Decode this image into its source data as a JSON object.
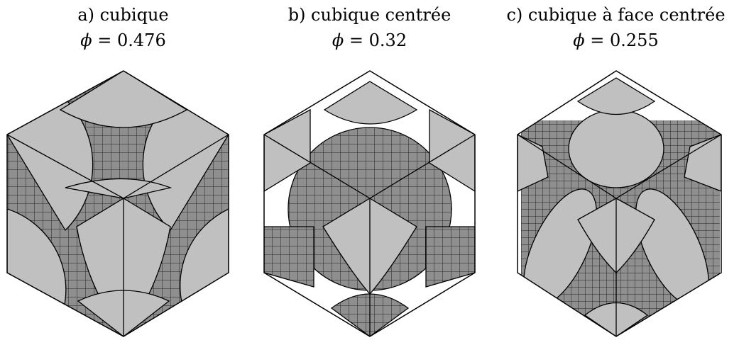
{
  "panels": [
    {
      "title": "a) cubique",
      "phi_symbol": "ϕ",
      "phi_value": "0.476",
      "lattice": "simple-cubic"
    },
    {
      "title": "b) cubique centrée",
      "phi_symbol": "ϕ",
      "phi_value": "0.32",
      "lattice": "body-centered-cubic"
    },
    {
      "title": "c) cubique à face centrée",
      "phi_symbol": "ϕ",
      "phi_value": "0.255",
      "lattice": "face-centered-cubic"
    }
  ],
  "colors": {
    "sphere_fill": "#c0c0c0",
    "sphere_shade": "#8f8f8f",
    "edge": "#000000",
    "background": "#ffffff"
  }
}
